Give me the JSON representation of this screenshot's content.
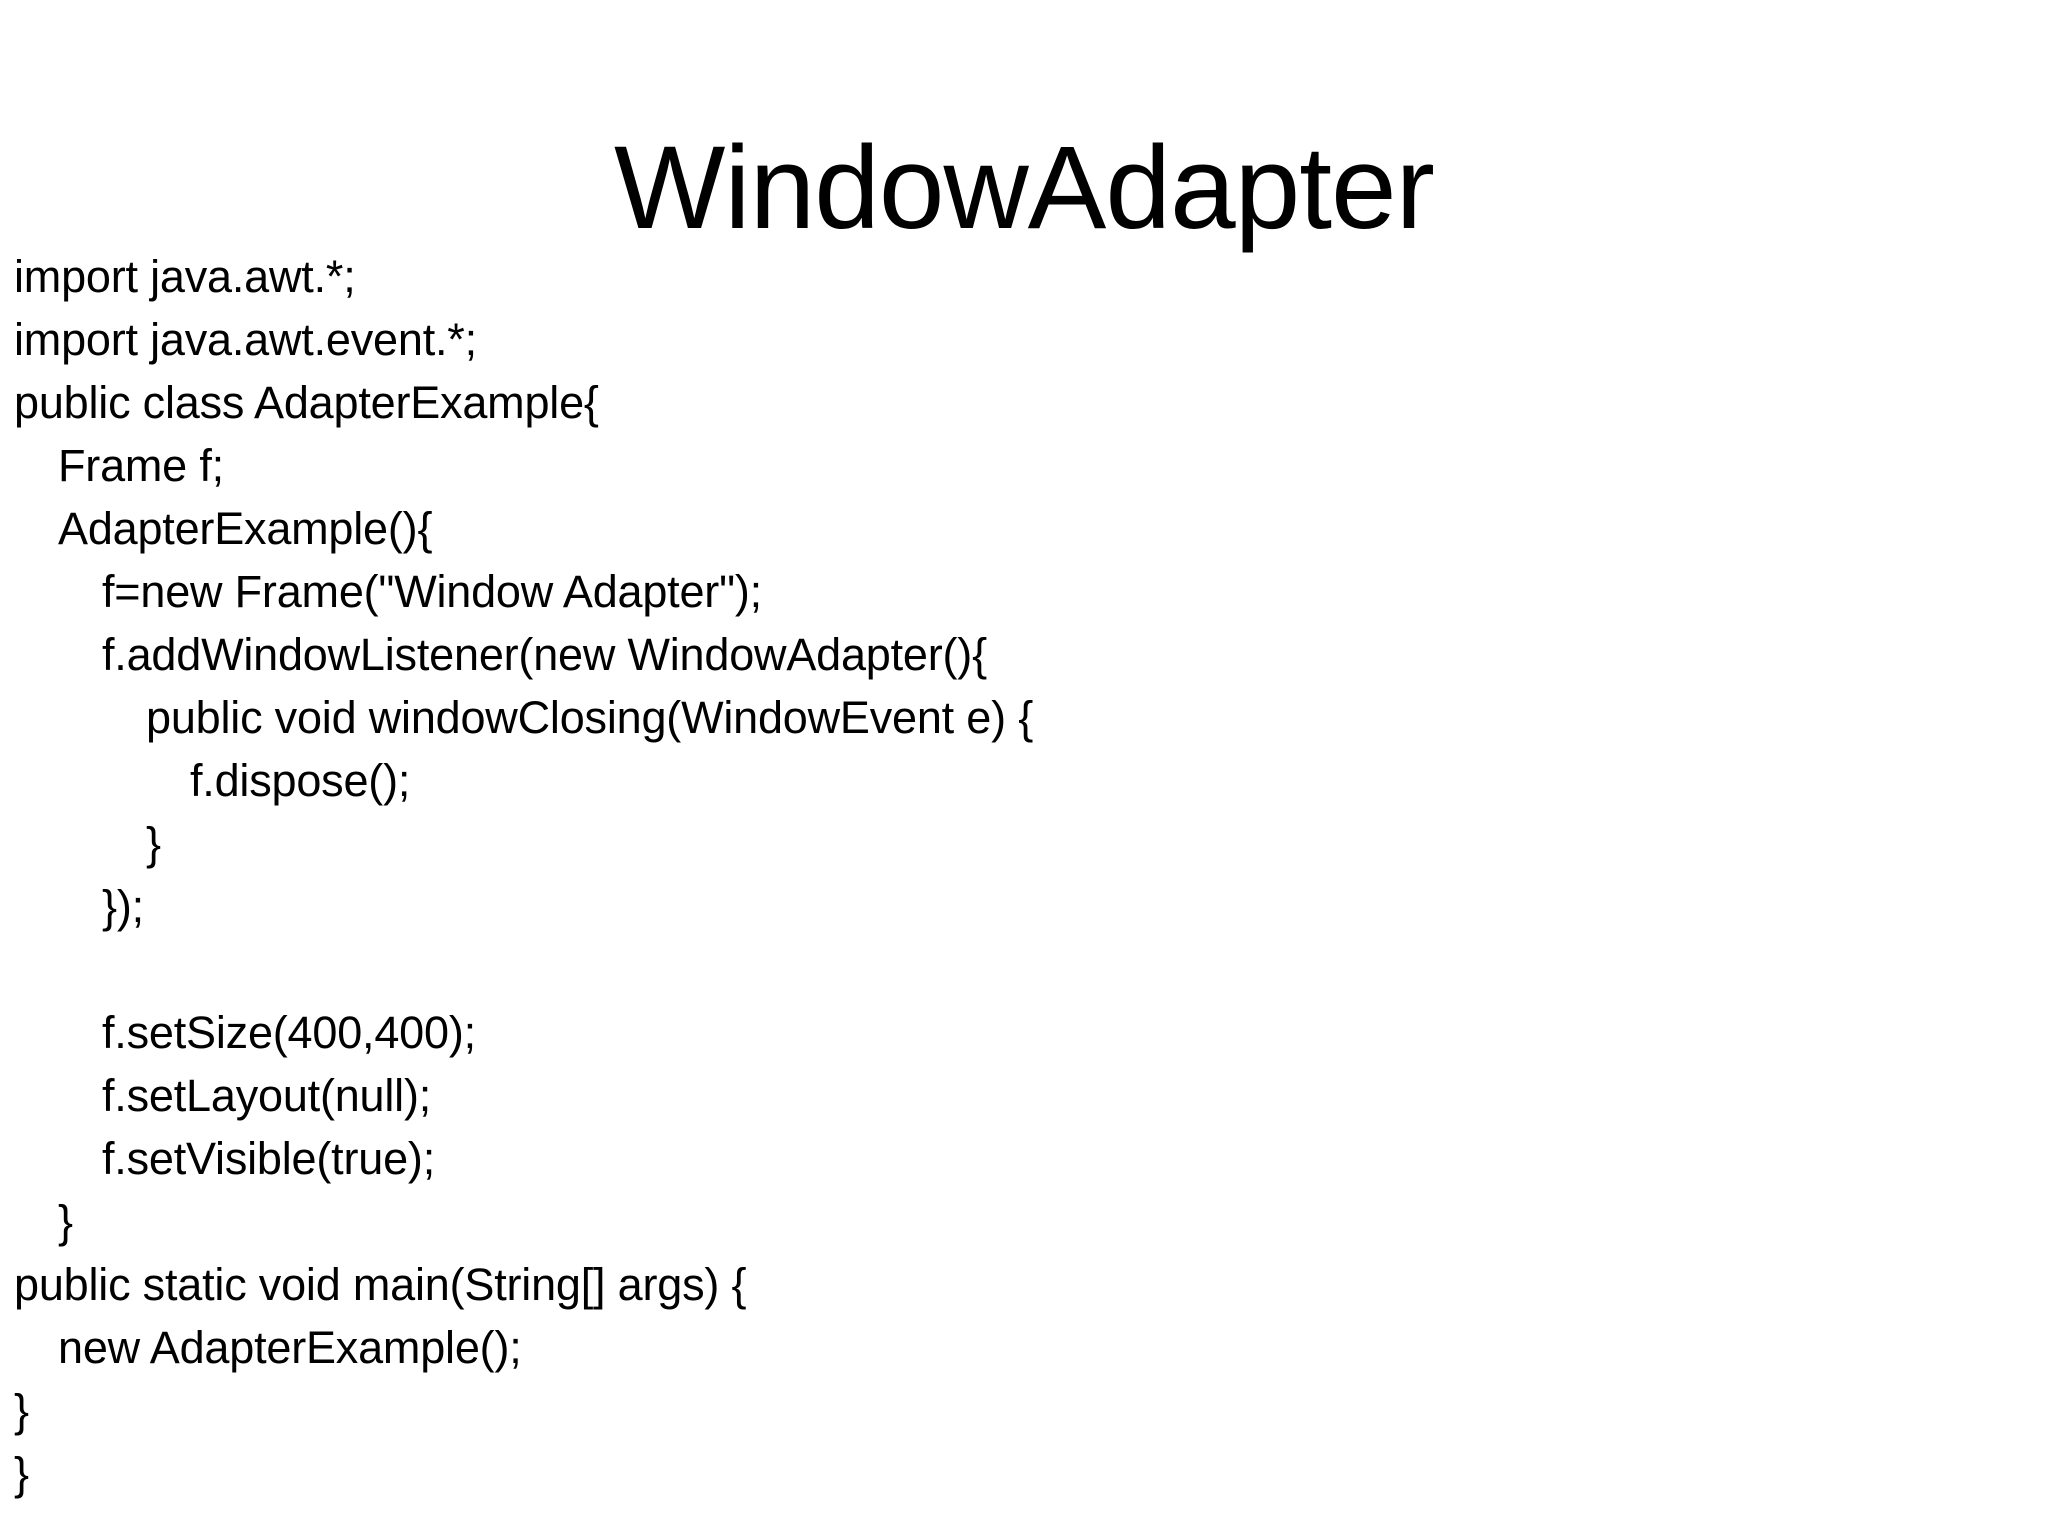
{
  "slide": {
    "title": "WindowAdapter",
    "background_color": "#ffffff",
    "text_color": "#000000"
  },
  "code": {
    "language": "java",
    "lines": [
      {
        "indent": 0,
        "text": "import java.awt.*;"
      },
      {
        "indent": 0,
        "text": "import java.awt.event.*;"
      },
      {
        "indent": 0,
        "text": "public class AdapterExample{"
      },
      {
        "indent": 1,
        "text": "Frame f;"
      },
      {
        "indent": 1,
        "text": "AdapterExample(){"
      },
      {
        "indent": 2,
        "text": "f=new Frame(\"Window Adapter\");"
      },
      {
        "indent": 2,
        "text": "f.addWindowListener(new WindowAdapter(){"
      },
      {
        "indent": 3,
        "text": "public void windowClosing(WindowEvent e) {"
      },
      {
        "indent": 4,
        "text": "f.dispose();"
      },
      {
        "indent": 3,
        "text": "}"
      },
      {
        "indent": 2,
        "text": "});"
      },
      {
        "indent": 0,
        "text": ""
      },
      {
        "indent": 2,
        "text": "f.setSize(400,400);"
      },
      {
        "indent": 2,
        "text": "f.setLayout(null);"
      },
      {
        "indent": 2,
        "text": "f.setVisible(true);"
      },
      {
        "indent": 1,
        "text": "}"
      },
      {
        "indent": 0,
        "text": "public static void main(String[] args) {"
      },
      {
        "indent": 1,
        "text": "new AdapterExample();"
      },
      {
        "indent": 0,
        "text": "}"
      },
      {
        "indent": 0,
        "text": "}"
      }
    ]
  }
}
